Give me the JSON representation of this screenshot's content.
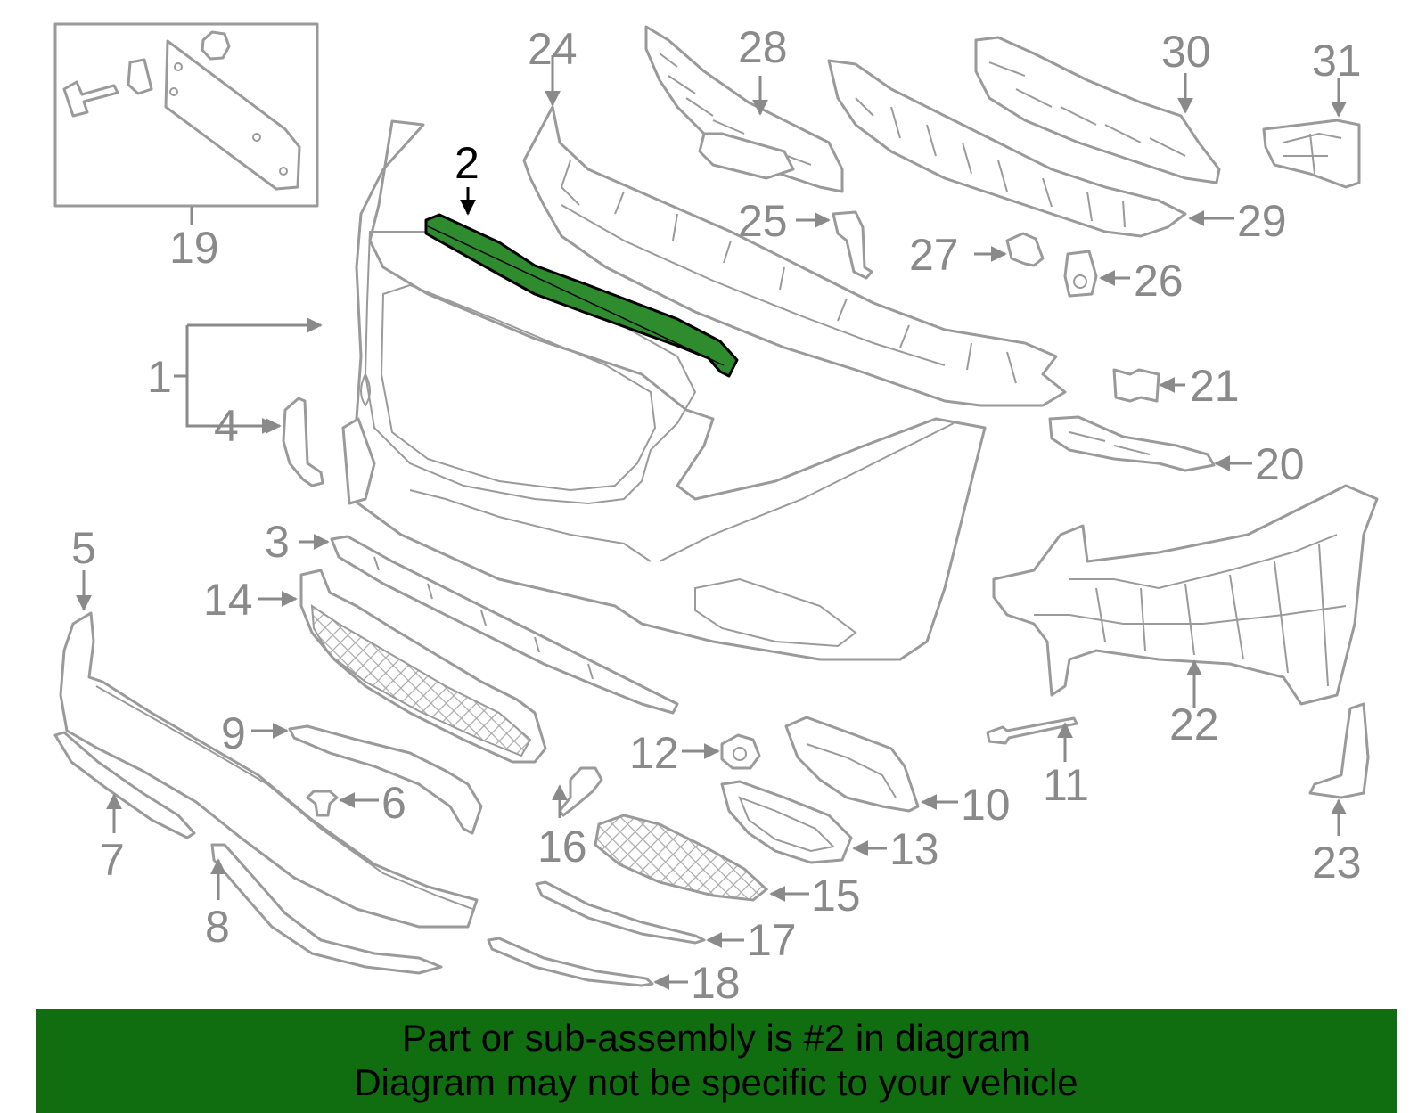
{
  "diagram": {
    "highlighted_part": "2",
    "highlight_color": "#2e8b2e",
    "line_color": "#9a9a9a",
    "callouts": [
      "1",
      "2",
      "3",
      "4",
      "5",
      "6",
      "7",
      "8",
      "9",
      "10",
      "11",
      "12",
      "13",
      "14",
      "15",
      "16",
      "17",
      "18",
      "19",
      "20",
      "21",
      "22",
      "23",
      "24",
      "25",
      "26",
      "27",
      "28",
      "29",
      "30",
      "31"
    ]
  },
  "banner": {
    "line1": "Part or sub-assembly is #2 in diagram",
    "line2": "Diagram may not be specific to your vehicle",
    "background": "#116e10"
  }
}
